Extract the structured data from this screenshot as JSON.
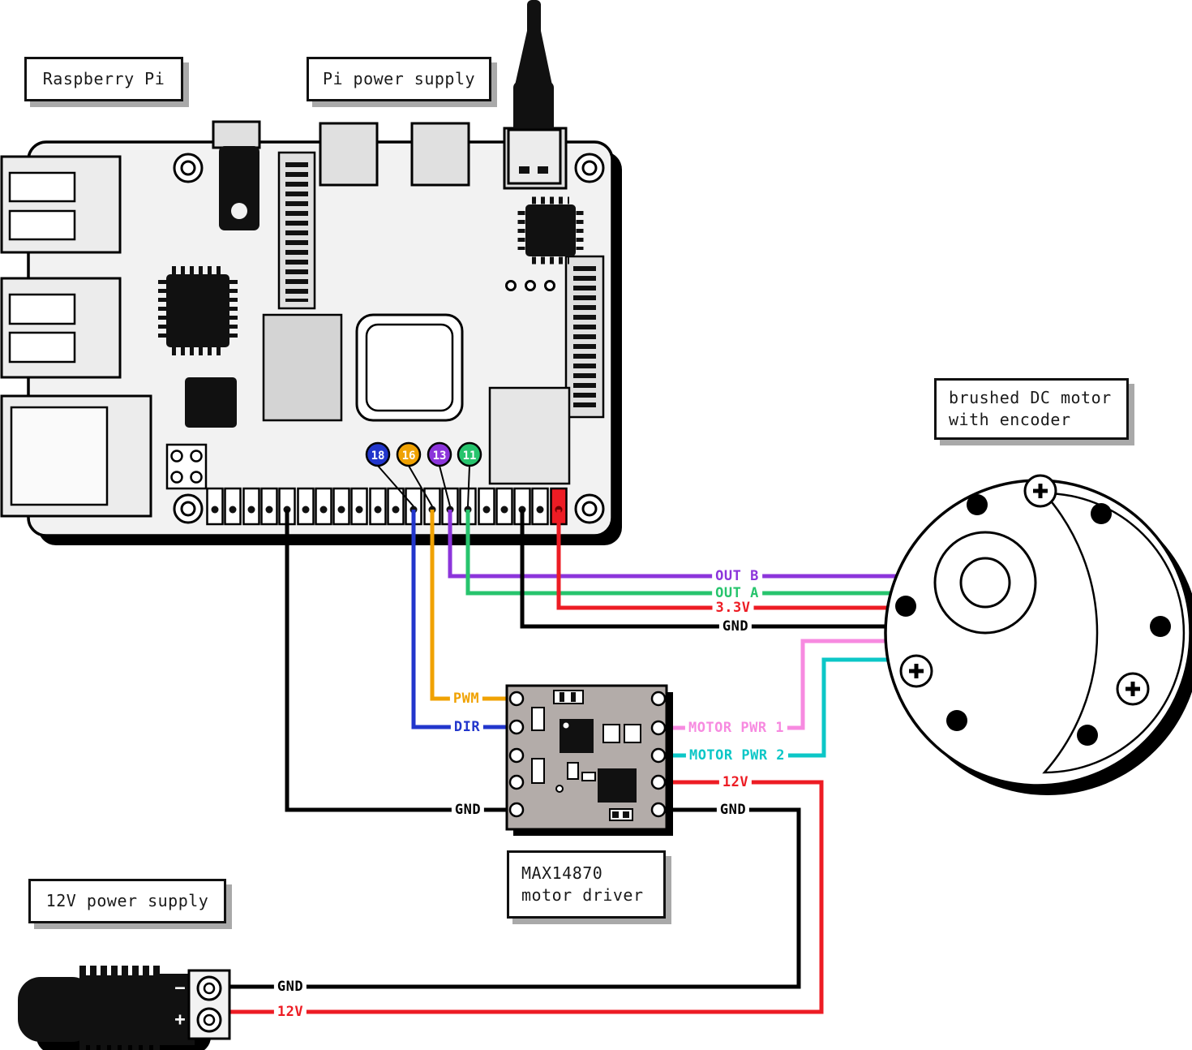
{
  "labels": {
    "raspberry_pi": "Raspberry Pi",
    "pi_power_supply": "Pi power supply",
    "motor_line1": "brushed DC motor",
    "motor_line2": "with encoder",
    "driver_line1": "MAX14870",
    "driver_line2": "motor driver",
    "supply_12v": "12V power supply"
  },
  "gpio_pins": [
    {
      "number": "18",
      "color": "#2236cc",
      "signal": "DIR"
    },
    {
      "number": "16",
      "color": "#f0a202",
      "signal": "PWM"
    },
    {
      "number": "13",
      "color": "#8c35db",
      "signal": "OUT B"
    },
    {
      "number": "11",
      "color": "#27c46d",
      "signal": "OUT A"
    }
  ],
  "wires": {
    "out_b": {
      "label": "OUT B",
      "color": "#8c35db"
    },
    "out_a": {
      "label": "OUT A",
      "color": "#27c46d"
    },
    "v33": {
      "label": "3.3V",
      "color": "#ed1c24"
    },
    "gnd_motor": {
      "label": "GND",
      "color": "#000000"
    },
    "pwm": {
      "label": "PWM",
      "color": "#f0a202"
    },
    "dir": {
      "label": "DIR",
      "color": "#2236cc"
    },
    "gnd_driver_left": {
      "label": "GND",
      "color": "#000000"
    },
    "motor_pwr_1": {
      "label": "MOTOR PWR 1",
      "color": "#f78ae0"
    },
    "motor_pwr_2": {
      "label": "MOTOR PWR 2",
      "color": "#0cc7c7"
    },
    "v12_driver": {
      "label": "12V",
      "color": "#ed1c24"
    },
    "gnd_driver_right": {
      "label": "GND",
      "color": "#000000"
    },
    "gnd_supply": {
      "label": "GND",
      "color": "#000000"
    },
    "v12_supply": {
      "label": "12V",
      "color": "#ed1c24"
    }
  },
  "terminal": {
    "negative": "−",
    "positive": "+"
  }
}
